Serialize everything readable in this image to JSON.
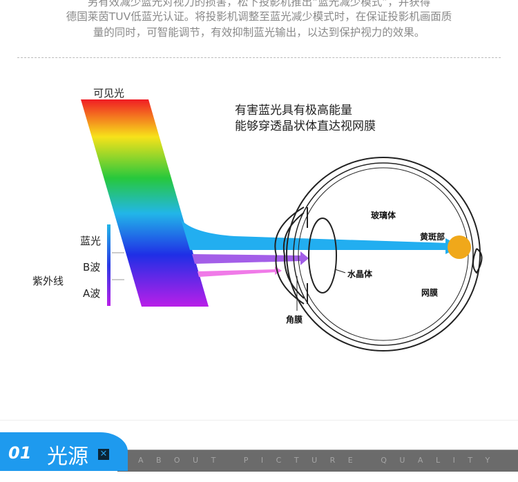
{
  "intro": [
    "另有效减少蓝光对视力的损害，松下投影机推出“蓝光减少模式”，并获得",
    "德国莱茵TUV低蓝光认证。将投影机调整至蓝光减少模式时，在保证投影机画面质",
    "量的同时，可智能调节，有效抑制蓝光输出，以达到保护视力的效果。"
  ],
  "diagram": {
    "visible_light": "可见光",
    "blue_light": "蓝光",
    "b_wave": "B波",
    "a_wave": "A波",
    "uv": "紫外线",
    "headline": [
      "有害蓝光具有极高能量",
      "能够穿透晶状体直达视网膜"
    ],
    "vitreous": "玻璃体",
    "macula": "黄斑部",
    "lens": "水晶体",
    "retina": "网膜",
    "cornea": "角膜"
  },
  "section": {
    "number": "01",
    "title": "光源",
    "subtitle": "ABOUT PICTURE QUALITY",
    "accent": "#1e9aee",
    "band": "#6b6b6b"
  }
}
